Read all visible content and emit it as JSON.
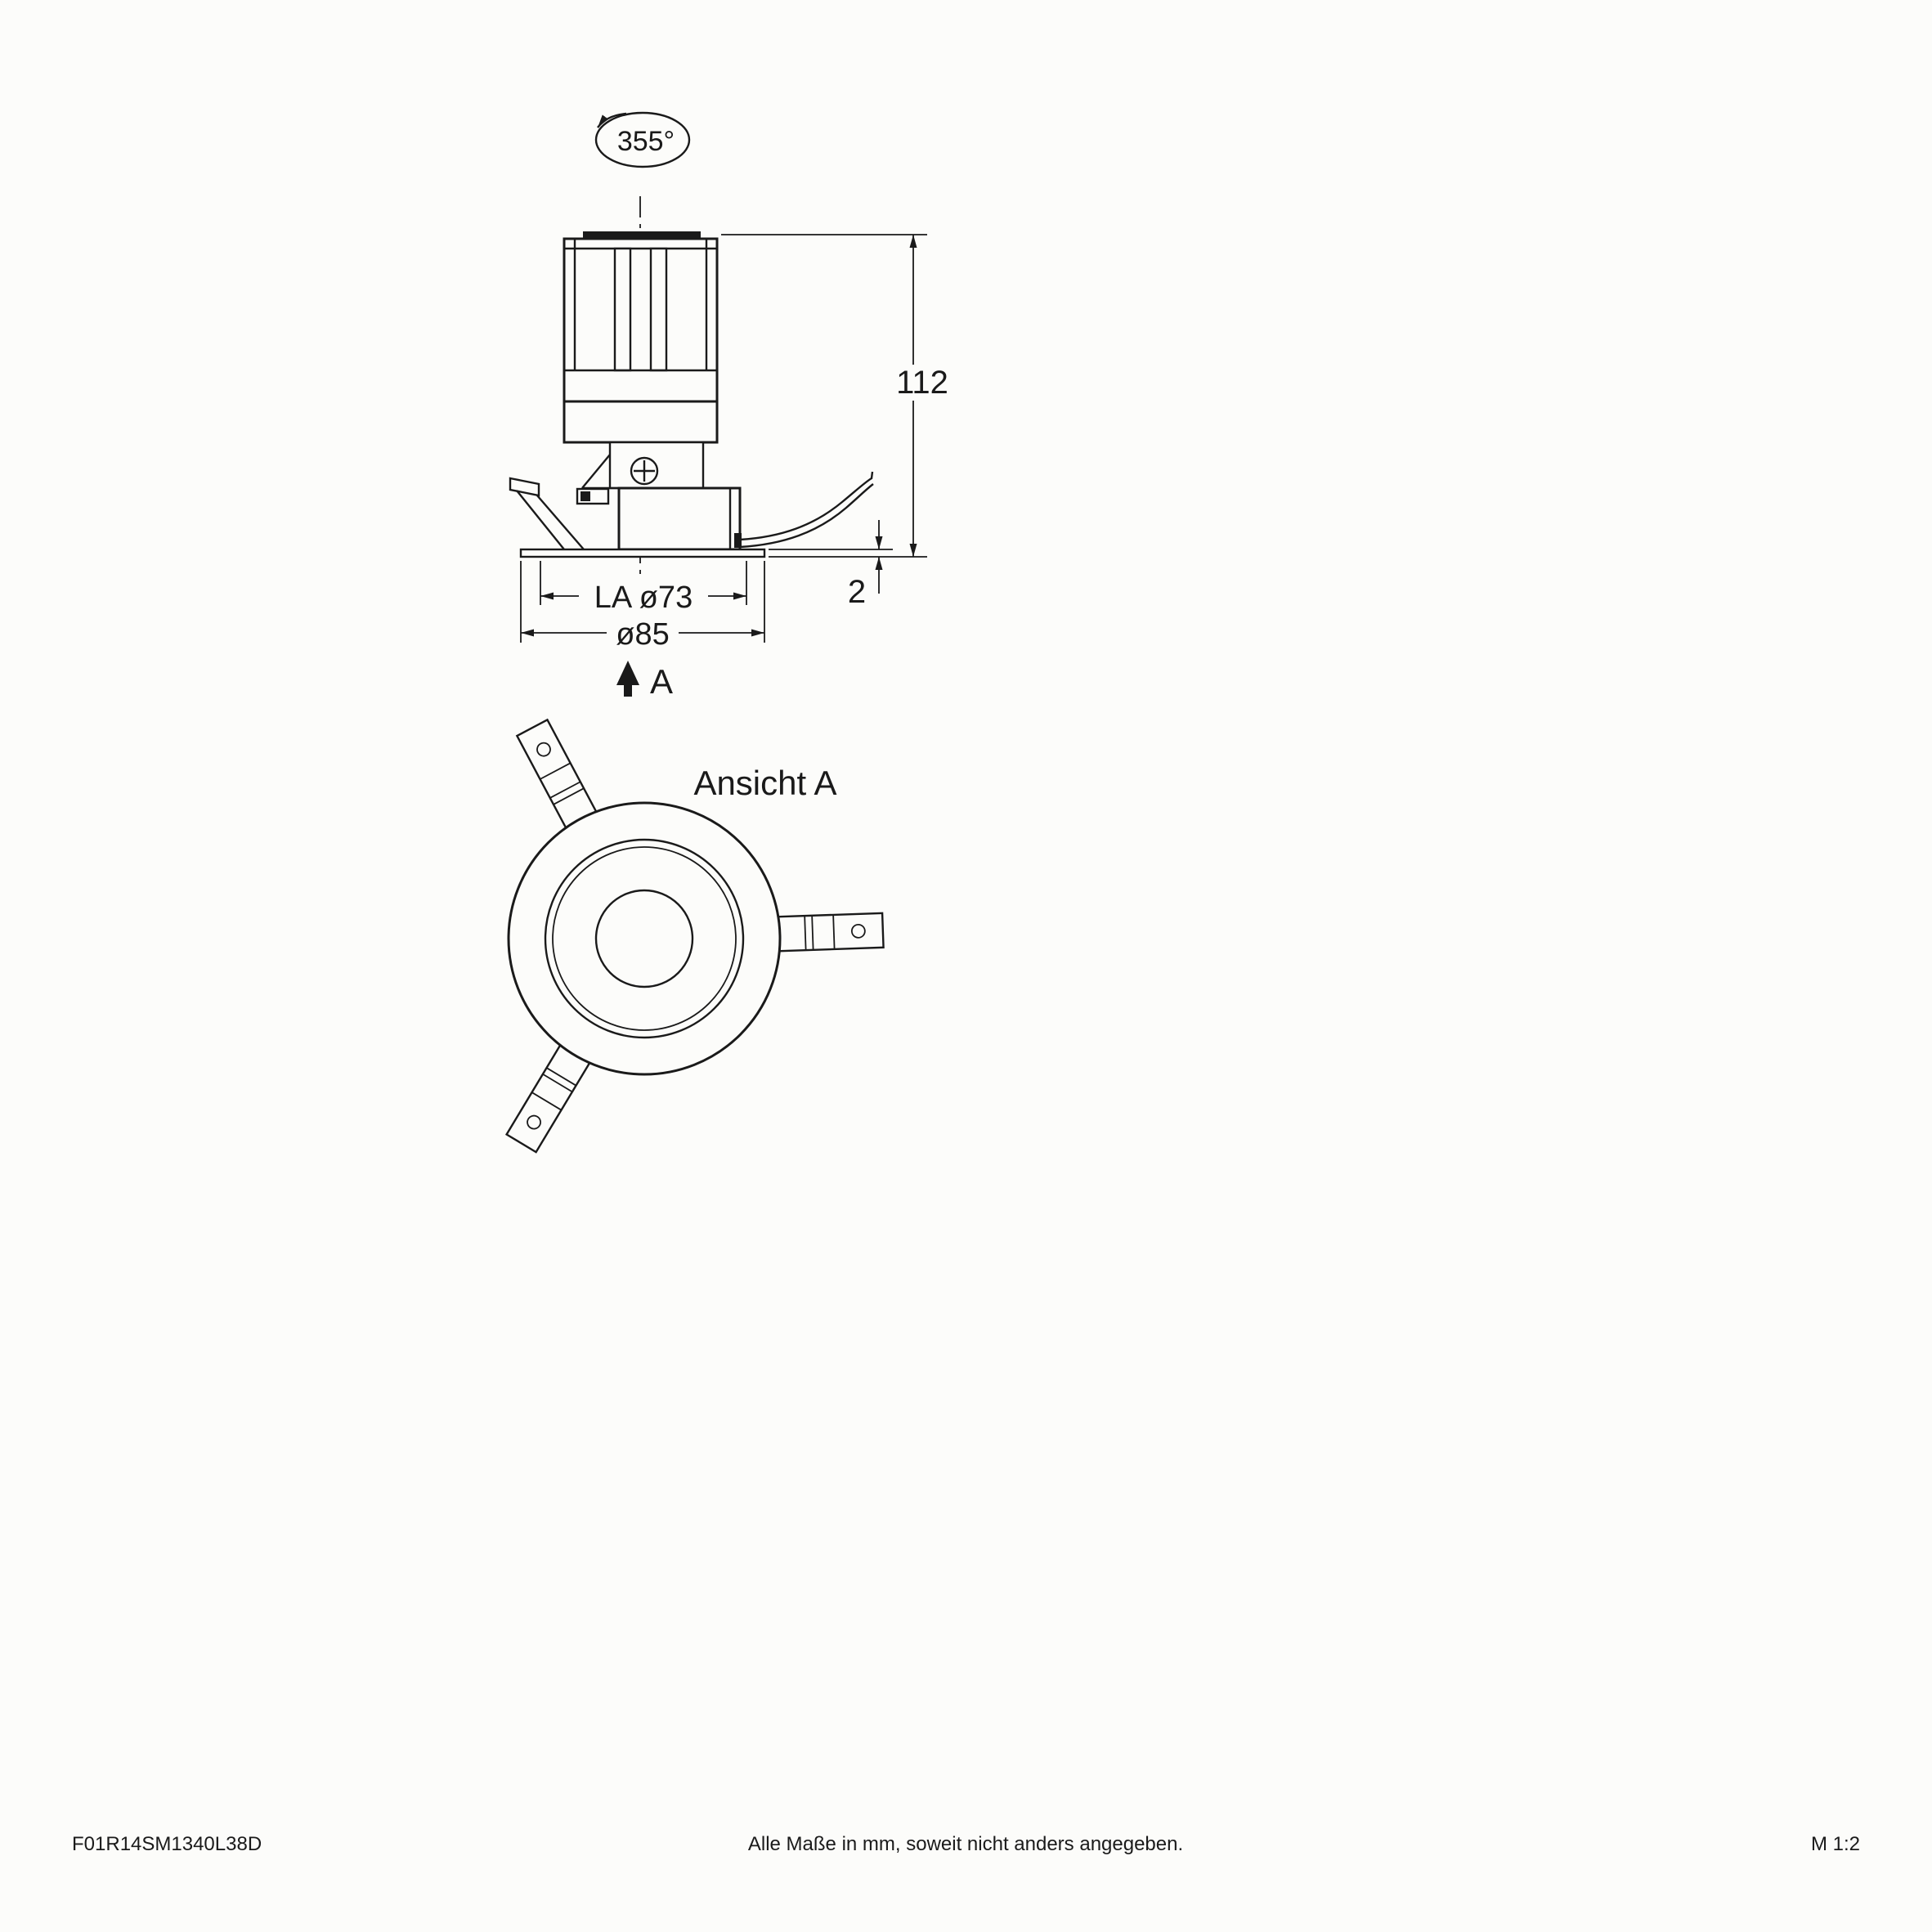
{
  "drawing": {
    "rotation": "355°",
    "dims": {
      "height": "112",
      "trim_thickness": "2",
      "cutout": "LA ø73",
      "outer": "ø85"
    },
    "view_marker": "A",
    "view_title": "Ansicht A"
  },
  "footer": {
    "article": "F01R14SM1340L38D",
    "note": "Alle Maße in mm, soweit nicht anders angegeben.",
    "scale": "M 1:2"
  },
  "colors": {
    "ink": "#1a1a1a",
    "background": "#fcfcfa"
  }
}
